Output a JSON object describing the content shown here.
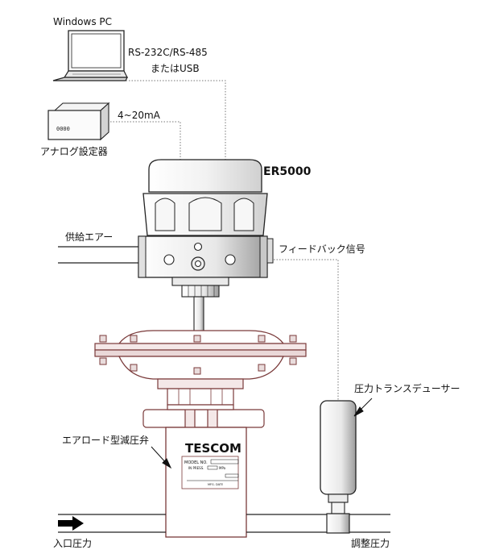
{
  "labels": {
    "pc": "Windows PC",
    "serial_line1": "RS-232C/RS-485",
    "serial_line2": "またはUSB",
    "analog_signal": "4~20mA",
    "analog_device": "アナログ設定器",
    "controller": "ER5000",
    "supply_air": "供給エアー",
    "feedback": "フィードバック信号",
    "transducer": "圧力トランスデューサー",
    "regulator": "エアロード型減圧弁",
    "inlet": "入口圧力",
    "outlet": "調整圧力"
  },
  "valve_plate": {
    "brand": "TESCOM",
    "model": "MODEL NO.",
    "in_press": "IN PRESS.",
    "unit": "MPa",
    "mfg_date": "MFG. DATE"
  },
  "device": {
    "display": "0000"
  }
}
